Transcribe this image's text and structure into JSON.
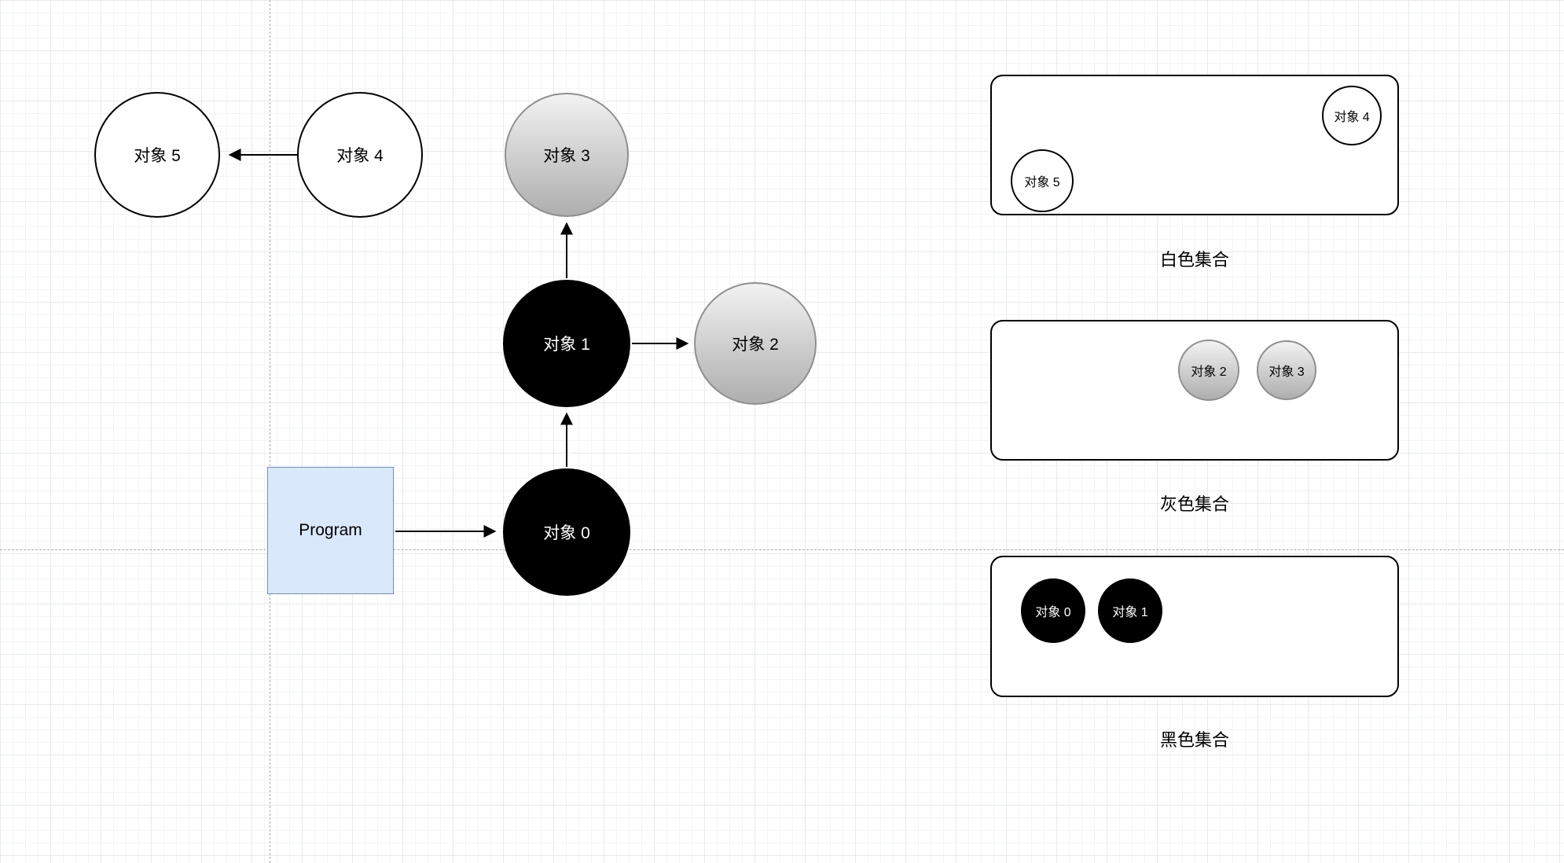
{
  "main_diagram": {
    "program": "Program",
    "obj0": "对象 0",
    "obj1": "对象 1",
    "obj2": "对象 2",
    "obj3": "对象 3",
    "obj4": "对象 4",
    "obj5": "对象 5"
  },
  "sets": {
    "white": {
      "title": "白色集合",
      "obj4": "对象 4",
      "obj5": "对象 5"
    },
    "gray": {
      "title": "灰色集合",
      "obj2": "对象 2",
      "obj3": "对象 3"
    },
    "black": {
      "title": "黑色集合",
      "obj0": "对象 0",
      "obj1": "对象 1"
    }
  },
  "colors": {
    "program_fill": "#dae8fc",
    "program_stroke": "#6c8ebf",
    "black_node": "#000000",
    "gray_node_start": "#f2f2f2",
    "gray_node_end": "#aeaeae",
    "stroke": "#000000",
    "grid_minor": "#f3f4f6",
    "grid_major": "#e7e9eb",
    "guide_dash": "#adadad"
  }
}
